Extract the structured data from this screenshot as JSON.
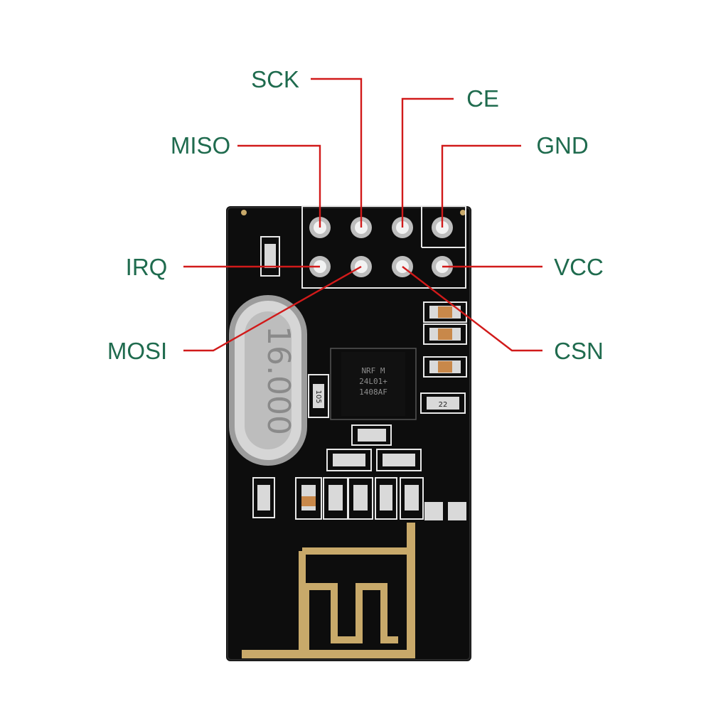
{
  "pins": {
    "sck": "SCK",
    "ce": "CE",
    "miso": "MISO",
    "gnd": "GND",
    "irq": "IRQ",
    "vcc": "VCC",
    "mosi": "MOSI",
    "csn": "CSN"
  },
  "crystal": {
    "marking": "16.000"
  },
  "chip": {
    "line1": "NRF M",
    "line2": "24L01+",
    "line3": "1408AF"
  },
  "components": {
    "r1": "105",
    "r2": "22"
  },
  "colors": {
    "label": "#1f6b4e",
    "leader": "#d11a1a",
    "board": "#0d0d0d",
    "antenna": "#c8a96a",
    "pad": "#e8e8e8"
  }
}
